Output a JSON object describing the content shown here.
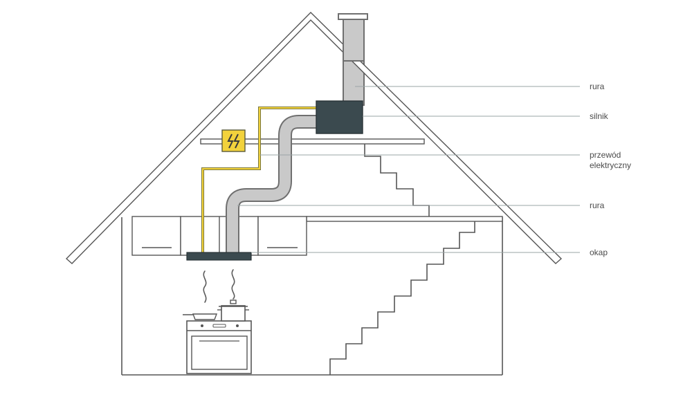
{
  "diagram": {
    "labels": {
      "rura_top": "rura",
      "silnik": "silnik",
      "przewod_line1": "przewód",
      "przewod_line2": "elektryczny",
      "rura_bottom": "rura",
      "okap": "okap"
    },
    "colors": {
      "motor": "#3b4a4f",
      "wire": "#f2d23c",
      "electric_box": "#f2d23c",
      "pipe": "#c9c9c9",
      "hood": "#3b4a4f",
      "outline": "#555555"
    },
    "icons": {
      "electric_box": "lightning-icon"
    }
  }
}
